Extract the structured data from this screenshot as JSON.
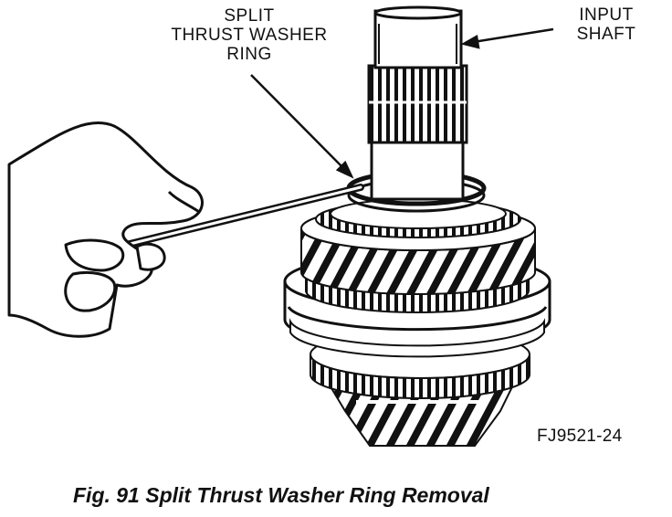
{
  "labels": {
    "split_thrust_washer_ring": [
      "SPLIT",
      "THRUST WASHER",
      "RING"
    ],
    "input_shaft": [
      "INPUT",
      "SHAFT"
    ]
  },
  "figure_id": "FJ9521-24",
  "caption": "Fig. 91 Split Thrust Washer Ring Removal",
  "colors": {
    "ink": "#111111",
    "paper": "#ffffff"
  }
}
